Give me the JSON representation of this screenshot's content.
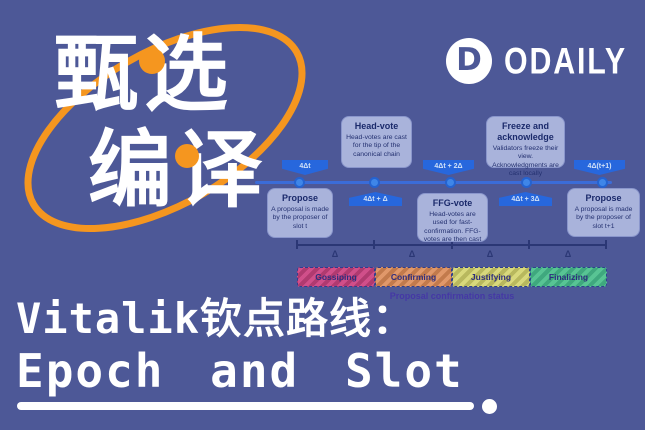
{
  "brand": {
    "logo_text": "ODAILY",
    "logo_letter": "D",
    "badge_line1": "甄选",
    "badge_line2": "编译",
    "accent_orange": "#f5961f"
  },
  "headline": {
    "line1": "Vitalik钦点路线：",
    "line2": "Epoch and Slot"
  },
  "diagram": {
    "timeline_events": [
      {
        "title": "Propose",
        "body": "A proposal is made by the proposer of slot t",
        "time_label": "4Δt",
        "side": "below"
      },
      {
        "title": "Head-vote",
        "body": "Head-votes are cast for the tip of the canonical chain",
        "time_label": "4Δt + Δ",
        "side": "above"
      },
      {
        "title": "FFG-vote",
        "body": "Head-votes are used for fast-confirmation. FFG-votes are then cast",
        "time_label": "4Δt + 2Δ",
        "side": "below"
      },
      {
        "title": "Freeze and acknowledge",
        "body": "Validators freeze their view. Acknowledgments are cast locally",
        "time_label": "4Δt + 3Δ",
        "side": "above"
      },
      {
        "title": "Propose",
        "body": "A proposal is made by the proposer of slot t+1",
        "time_label": "4Δ(t+1)",
        "side": "below"
      }
    ],
    "interval_labels": [
      "Δ",
      "Δ",
      "Δ",
      "Δ"
    ],
    "status_bars": [
      {
        "label": "Gossiping",
        "color": "#c2437f"
      },
      {
        "label": "Confirming",
        "color": "#d98a5a"
      },
      {
        "label": "Justifying",
        "color": "#cdcd6d"
      },
      {
        "label": "Finalizing",
        "color": "#4fbd8d"
      }
    ],
    "caption": "Proposal confirmation status"
  }
}
